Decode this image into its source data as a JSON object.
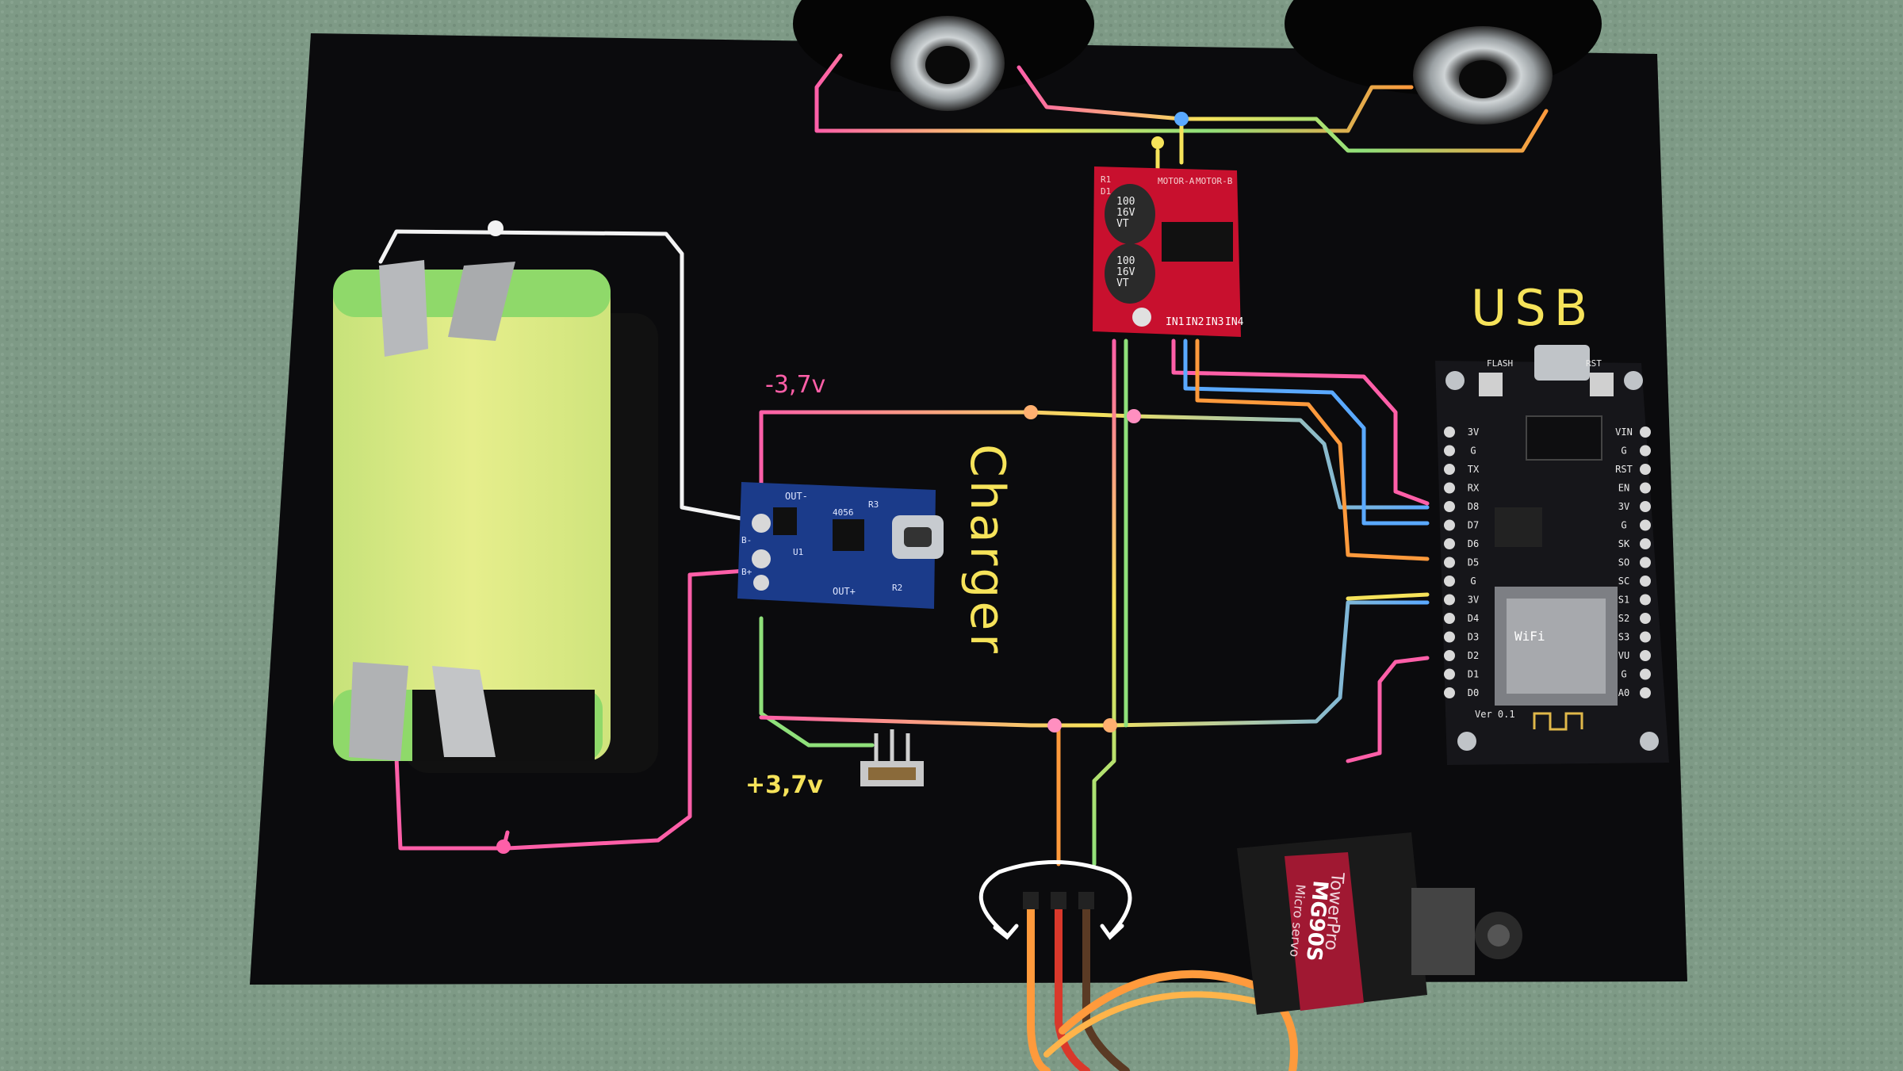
{
  "labels": {
    "usb": "USB",
    "charger": "Charger",
    "neg_voltage": "-3,7v",
    "pos_voltage": "+3,7v"
  },
  "driver_board": {
    "cap_top": [
      "100",
      "16V",
      "VT"
    ],
    "cap_bottom": [
      "100",
      "16V",
      "VT"
    ],
    "motor_a": "MOTOR-A",
    "motor_b": "MOTOR-B",
    "inputs": [
      "IN1",
      "IN2",
      "IN3",
      "IN4"
    ],
    "r1": "R1",
    "d1": "D1"
  },
  "charger_board": {
    "out_minus": "OUT-",
    "out_plus": "OUT+",
    "b_minus": "B-",
    "b_plus": "B+",
    "chip": "4056",
    "u1": "U1",
    "r3": "R3",
    "r2": "R2"
  },
  "mcu_board": {
    "left_pins": [
      "3V",
      "G",
      "TX",
      "RX",
      "D8",
      "D7",
      "D6",
      "D5",
      "G",
      "3V",
      "D4",
      "D3",
      "D2",
      "D1",
      "D0"
    ],
    "right_pins": [
      "VIN",
      "G",
      "RST",
      "EN",
      "3V",
      "G",
      "SK",
      "SO",
      "SC",
      "S1",
      "S2",
      "S3",
      "VU",
      "G",
      "A0"
    ],
    "flash": "FLASH",
    "rst": "RST",
    "version": "Ver 0.1",
    "wifi": "WiFi"
  },
  "servo": {
    "brand": "TowerPro",
    "model": "MG90S",
    "type": "Micro servo"
  },
  "colors": {
    "background": "#7e9a86",
    "board": "#0b0b0d",
    "battery": "#8fd96a",
    "wire_pink": "#ff5fa8",
    "wire_yellow": "#f6e35a",
    "wire_blue": "#5aa9ff",
    "wire_orange": "#ff9a3c",
    "wire_green": "#8fe07a",
    "driver_red": "#c8102e",
    "charger_blue": "#1b3b8a",
    "mcu_black": "#16161a"
  }
}
